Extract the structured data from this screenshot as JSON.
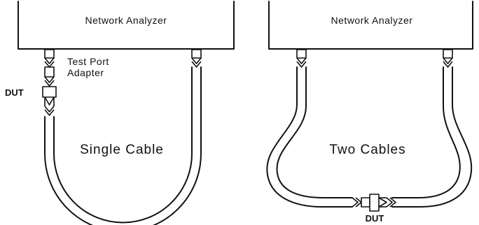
{
  "left_setup": {
    "analyzer_label": "Network Analyzer",
    "adapter_label_line1": "Test Port",
    "adapter_label_line2": "Adapter",
    "dut_label": "DUT",
    "cable_label": "Single Cable"
  },
  "right_setup": {
    "analyzer_label": "Network Analyzer",
    "cable_label": "Two Cables",
    "dut_label": "DUT"
  }
}
